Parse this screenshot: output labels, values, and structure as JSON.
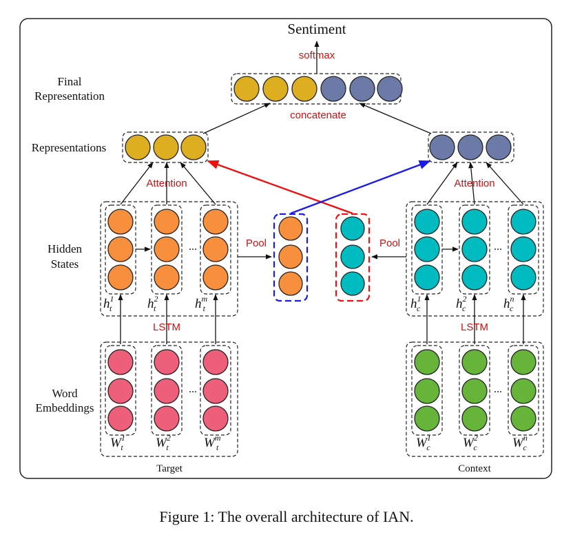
{
  "output_label": "Sentiment",
  "softmax_label": "softmax",
  "final_representation_label": [
    "Final",
    "Representation"
  ],
  "concatenate_label": "concatenate",
  "representations_label": "Representations",
  "attention_label": "Attention",
  "hidden_states_label": [
    "Hidden",
    "States"
  ],
  "pool_label": "Pool",
  "lstm_label": "LSTM",
  "word_embeddings_label": [
    "Word",
    "Embeddings"
  ],
  "target_label": "Target",
  "context_label": "Context",
  "caption": "Figure 1: The overall architecture of IAN.",
  "ellipsis": "...",
  "target_hidden_labels": [
    {
      "base": "h",
      "sub": "t",
      "sup": "1"
    },
    {
      "base": "h",
      "sub": "t",
      "sup": "2"
    },
    {
      "base": "h",
      "sub": "t",
      "sup": "m"
    }
  ],
  "context_hidden_labels": [
    {
      "base": "h",
      "sub": "c",
      "sup": "1"
    },
    {
      "base": "h",
      "sub": "c",
      "sup": "2"
    },
    {
      "base": "h",
      "sub": "c",
      "sup": "n"
    }
  ],
  "target_word_labels": [
    {
      "base": "W",
      "sub": "t",
      "sup": "1"
    },
    {
      "base": "W",
      "sub": "t",
      "sup": "2"
    },
    {
      "base": "W",
      "sub": "t",
      "sup": "m"
    }
  ],
  "context_word_labels": [
    {
      "base": "W",
      "sub": "c",
      "sup": "1"
    },
    {
      "base": "W",
      "sub": "c",
      "sup": "2"
    },
    {
      "base": "W",
      "sub": "c",
      "sup": "n"
    }
  ],
  "colors": {
    "target_representation": "#ddae1f",
    "context_representation": "#6b7aa6",
    "target_hidden": "#f78f3d",
    "context_hidden": "#00bcc0",
    "target_embedding": "#ee5f7a",
    "context_embedding": "#66b53a",
    "attention_target_arrow": "#ee1111",
    "attention_context_arrow": "#1a1aee",
    "text_red": "#cc1111"
  }
}
